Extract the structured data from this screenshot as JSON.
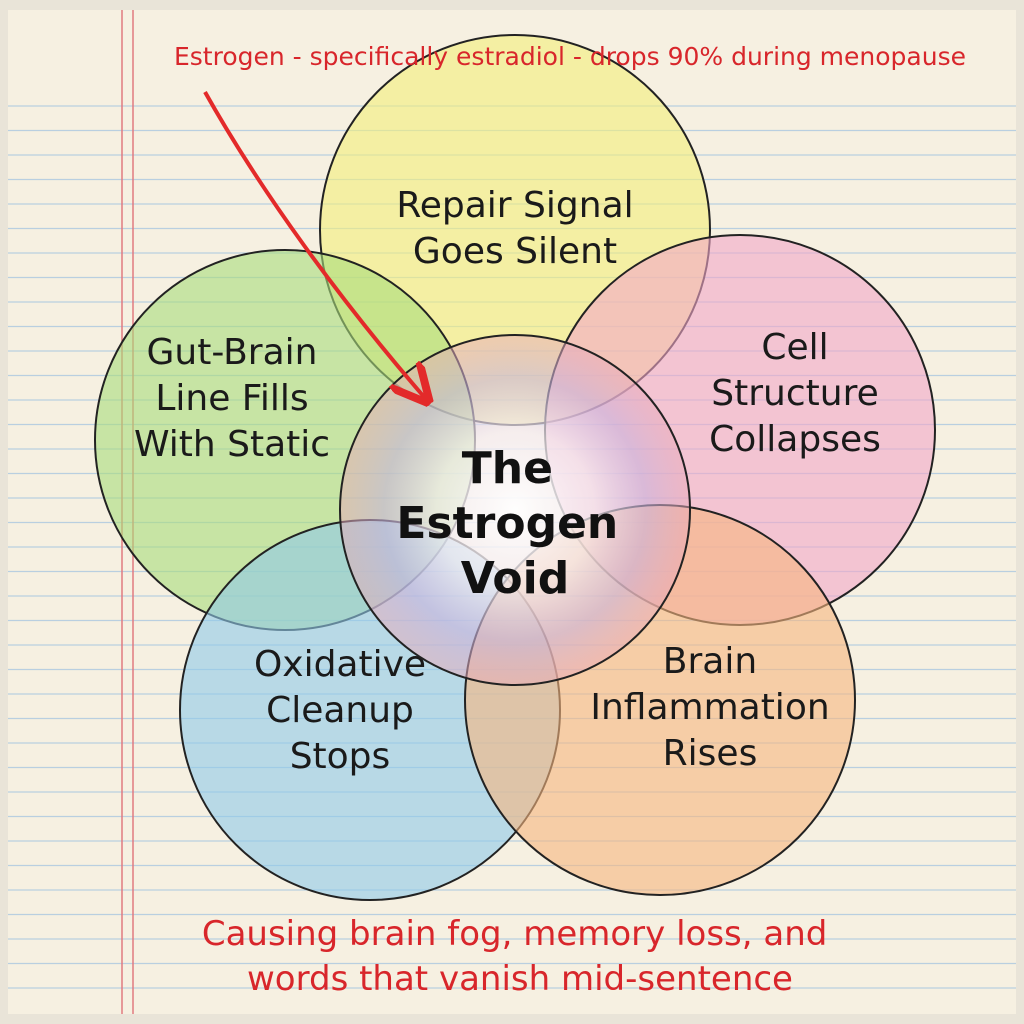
{
  "top_note": "Estrogen - specifically estradiol - drops 90% during menopause",
  "center": {
    "lines": [
      "The",
      "Estrogen",
      "Void"
    ]
  },
  "petals": [
    {
      "name": "repair",
      "lines": [
        "Repair Signal",
        "Goes Silent"
      ],
      "color": "#f3ee7a"
    },
    {
      "name": "gut-brain",
      "lines": [
        "Gut-Brain",
        "Line Fills",
        "With Static"
      ],
      "color": "#a9dc7c"
    },
    {
      "name": "cell-structure",
      "lines": [
        "Cell",
        "Structure",
        "Collapses"
      ],
      "color": "#f2a6c8"
    },
    {
      "name": "oxidative",
      "lines": [
        "Oxidative",
        "Cleanup",
        "Stops"
      ],
      "color": "#8fc9ea"
    },
    {
      "name": "inflammation",
      "lines": [
        "Brain",
        "Inflammation",
        "Rises"
      ],
      "color": "#f7b67e"
    }
  ],
  "bottom_note": [
    "Causing brain fog, memory loss, and",
    "words that vanish mid-sentence"
  ],
  "colors": {
    "paper": "#f6f0e1",
    "rule": "#b9cfe0",
    "margin": "#e07a80",
    "accent": "#d8262b"
  }
}
